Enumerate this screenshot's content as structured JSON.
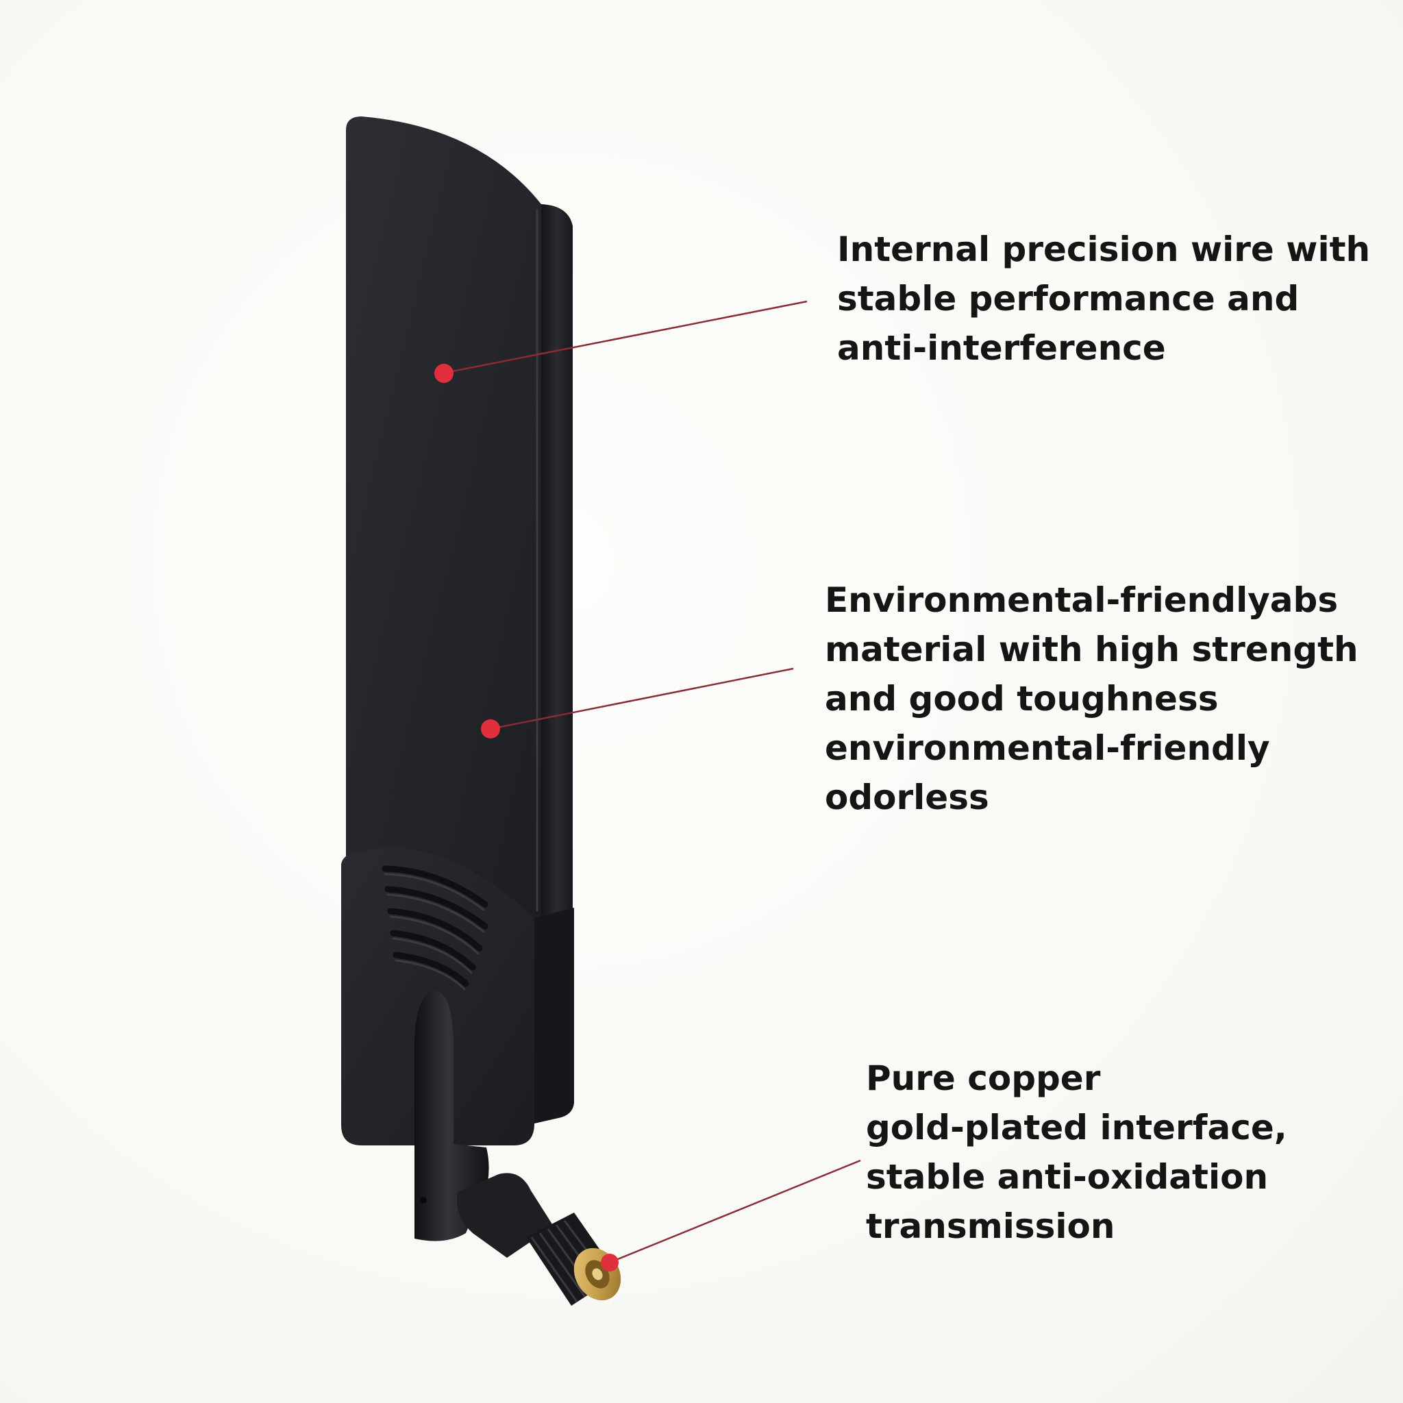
{
  "colors": {
    "background": "#fbfbf9",
    "antenna_body": "#24252a",
    "callout_dot": "#e0303d",
    "callout_line": "#8c2a35",
    "text": "#151515",
    "connector_gold": "#c9a24e"
  },
  "callouts": [
    {
      "lines": [
        "Internal precision wire with",
        "stable performance and",
        "anti-interference"
      ]
    },
    {
      "lines": [
        "Environmental-friendlyabs",
        "material with high strength",
        "and good toughness",
        "environmental-friendly",
        "odorless"
      ]
    },
    {
      "lines": [
        "Pure copper",
        "gold-plated interface,",
        "stable anti-oxidation",
        "transmission"
      ]
    }
  ]
}
